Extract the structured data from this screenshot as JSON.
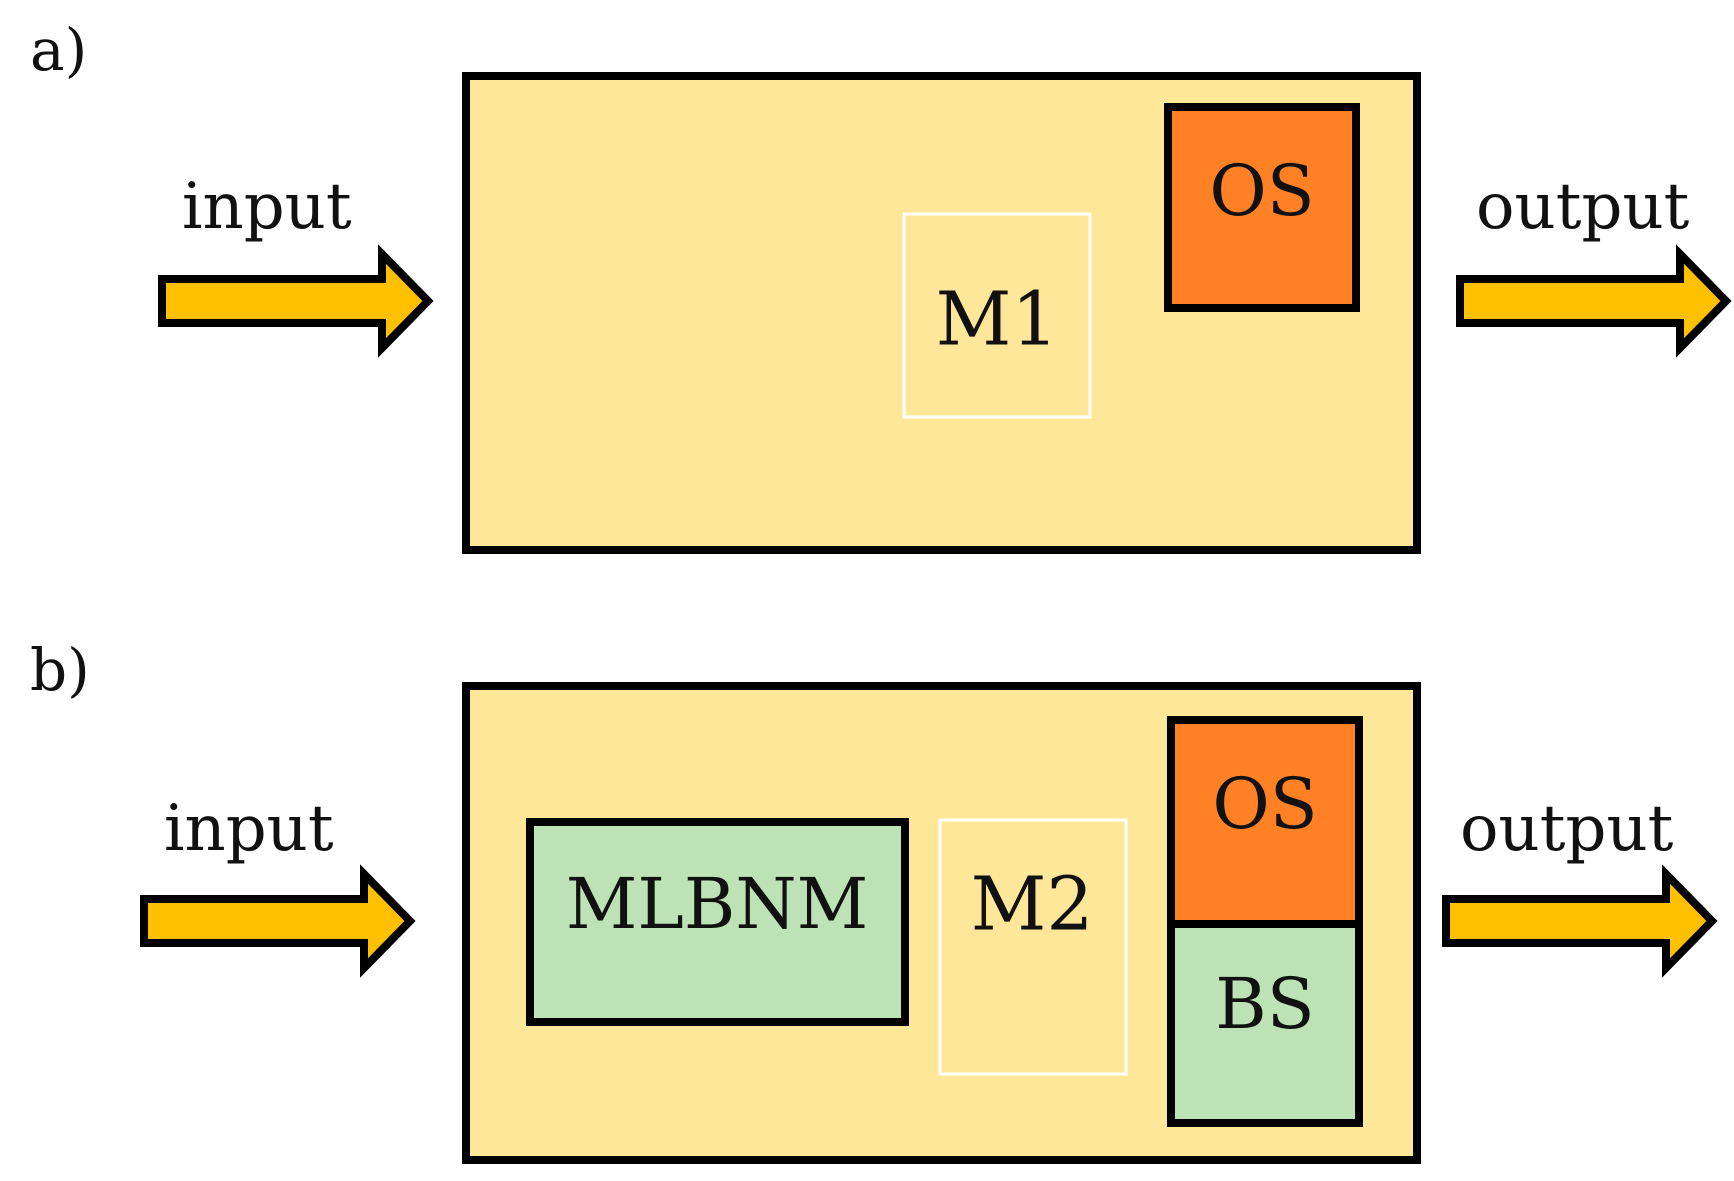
{
  "panels": [
    {
      "label": "a)",
      "input": "input",
      "output": "output",
      "model": "M1",
      "blocks": [
        {
          "text": "OS",
          "color": "#ff8124"
        }
      ]
    },
    {
      "label": "b)",
      "input": "input",
      "output": "output",
      "model": "M2",
      "component": "MLBNM",
      "blocks": [
        {
          "text": "OS",
          "color": "#ff8124"
        },
        {
          "text": "BS",
          "color": "#bde2b6"
        }
      ]
    }
  ],
  "colors": {
    "system_fill": "#ffe799",
    "arrow_fill": "#ffc000",
    "component_fill": "#bde2b6",
    "outline": "#000000",
    "model_outline": "#ffffff"
  }
}
